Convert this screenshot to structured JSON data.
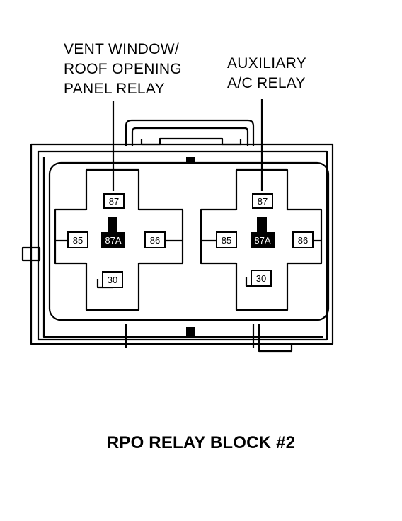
{
  "labels": {
    "left_relay": [
      "VENT WINDOW/",
      "ROOF OPENING",
      "PANEL RELAY"
    ],
    "right_relay": [
      "AUXILIARY",
      "A/C RELAY"
    ]
  },
  "caption": "RPO RELAY BLOCK #2",
  "relays": [
    {
      "pins": {
        "p87": "87",
        "p87a": "87A",
        "p85": "85",
        "p86": "86",
        "p30": "30"
      }
    },
    {
      "pins": {
        "p87": "87",
        "p87a": "87A",
        "p85": "85",
        "p86": "86",
        "p30": "30"
      }
    }
  ]
}
